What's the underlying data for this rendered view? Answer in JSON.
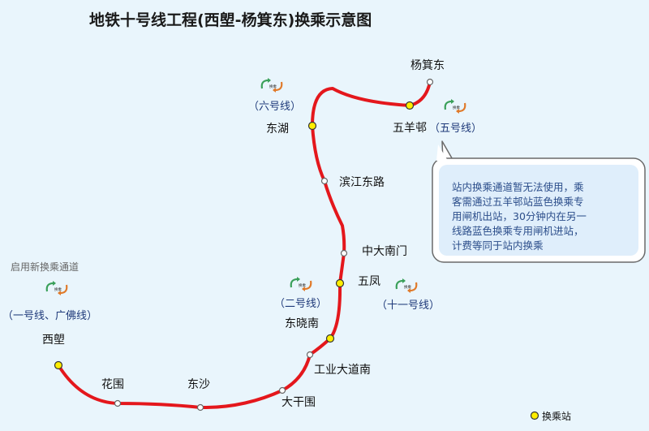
{
  "title": "地铁十号线工程(西塱-杨箕东)换乘示意图",
  "route_color": "#e4171c",
  "transfer_color": "#ffee00",
  "stations": [
    {
      "id": "xilang",
      "name": "西塱",
      "transfer": true
    },
    {
      "id": "huawei",
      "name": "花围",
      "transfer": false
    },
    {
      "id": "dongsha",
      "name": "东沙",
      "transfer": false
    },
    {
      "id": "daganwei",
      "name": "大干围",
      "transfer": false
    },
    {
      "id": "gongyedadaonan",
      "name": "工业大道南",
      "transfer": false
    },
    {
      "id": "dongxiaonan",
      "name": "东晓南",
      "transfer": true
    },
    {
      "id": "wufeng",
      "name": "五凤",
      "transfer": true
    },
    {
      "id": "zhongdananmen",
      "name": "中大南门",
      "transfer": false
    },
    {
      "id": "binjiangdonglu",
      "name": "滨江东路",
      "transfer": false
    },
    {
      "id": "donghu",
      "name": "东湖",
      "transfer": true
    },
    {
      "id": "wuyangbo",
      "name": "五羊邨",
      "transfer": true
    },
    {
      "id": "yangjidong",
      "name": "杨箕东",
      "transfer": false
    }
  ],
  "transfer_lines": {
    "xilang": "（一号线、广佛线）",
    "dongxiaonan": "（二号线）",
    "wufeng": "（十一号线）",
    "donghu": "（六号线）",
    "wuyangbo": "（五号线）"
  },
  "transfer_badge_text": "换乘",
  "xilang_note": "启用新换乘通道",
  "callout_lines": [
    "站内换乘通道暂无法使用，乘",
    "客需通过五羊邨站蓝色换乘专",
    "用闸机出站，30分钟内在另一",
    "线路蓝色换乘专用闸机进站，",
    "计费等同于站内换乘"
  ],
  "legend_label": "换乘站"
}
